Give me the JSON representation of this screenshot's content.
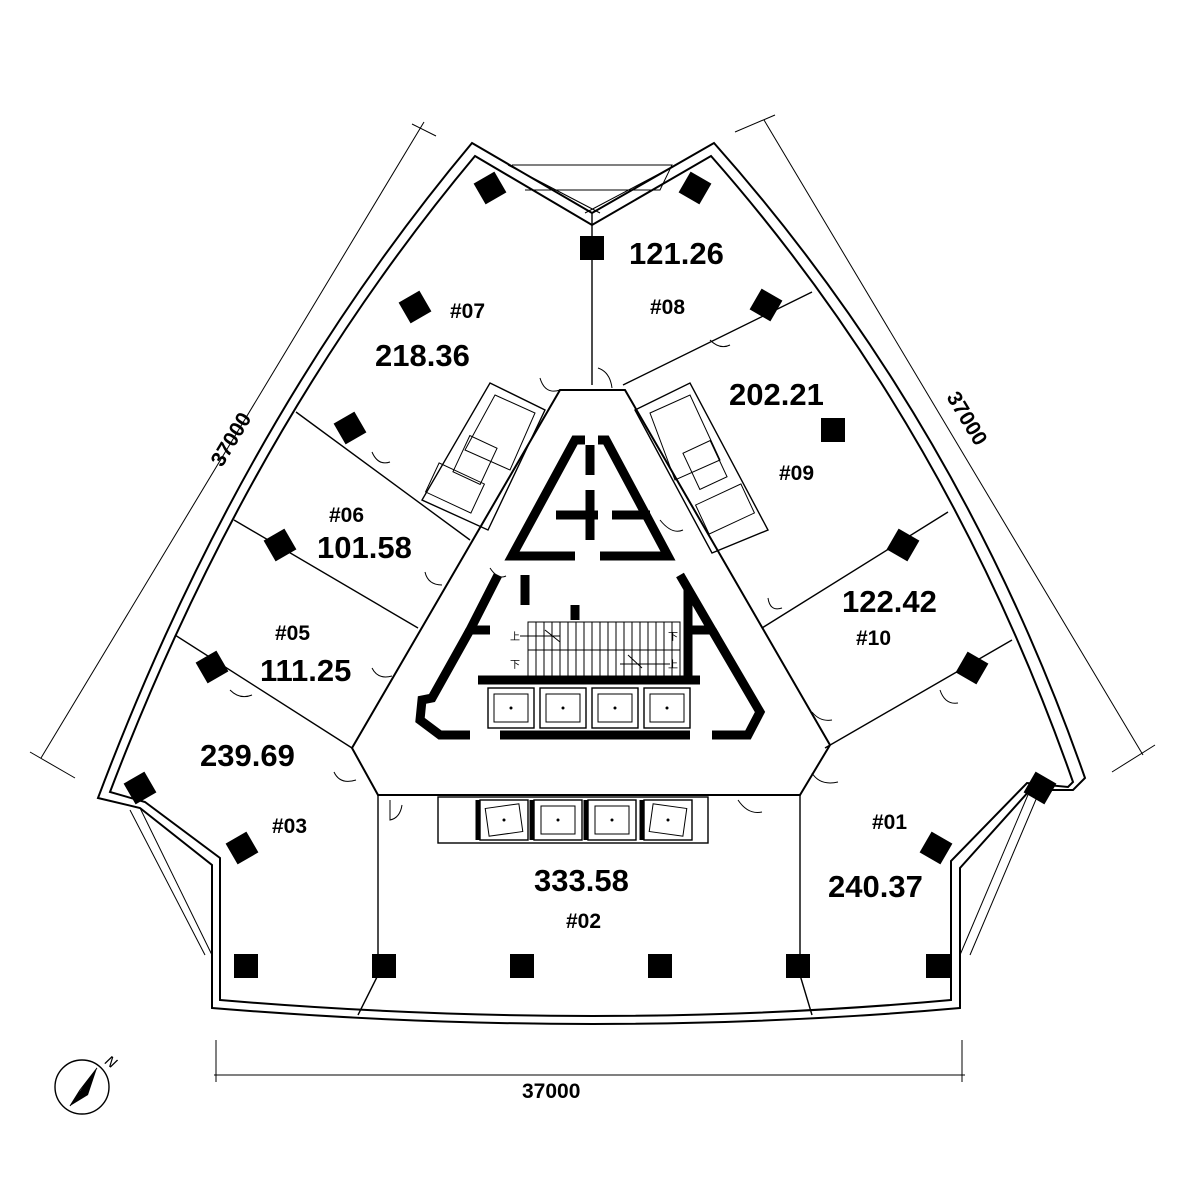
{
  "units": [
    {
      "id": "#01",
      "area": "240.37"
    },
    {
      "id": "#02",
      "area": "333.58"
    },
    {
      "id": "#03",
      "area": "239.69"
    },
    {
      "id": "#05",
      "area": "111.25"
    },
    {
      "id": "#06",
      "area": "101.58"
    },
    {
      "id": "#07",
      "area": "218.36"
    },
    {
      "id": "#08",
      "area": "121.26"
    },
    {
      "id": "#09",
      "area": "202.21"
    },
    {
      "id": "#10",
      "area": "122.42"
    }
  ],
  "dimensions": {
    "left": "37000",
    "right": "37000",
    "bottom": "37000"
  },
  "stair_labels": {
    "up": "上",
    "down": "下"
  },
  "compass": {
    "north": "N"
  }
}
